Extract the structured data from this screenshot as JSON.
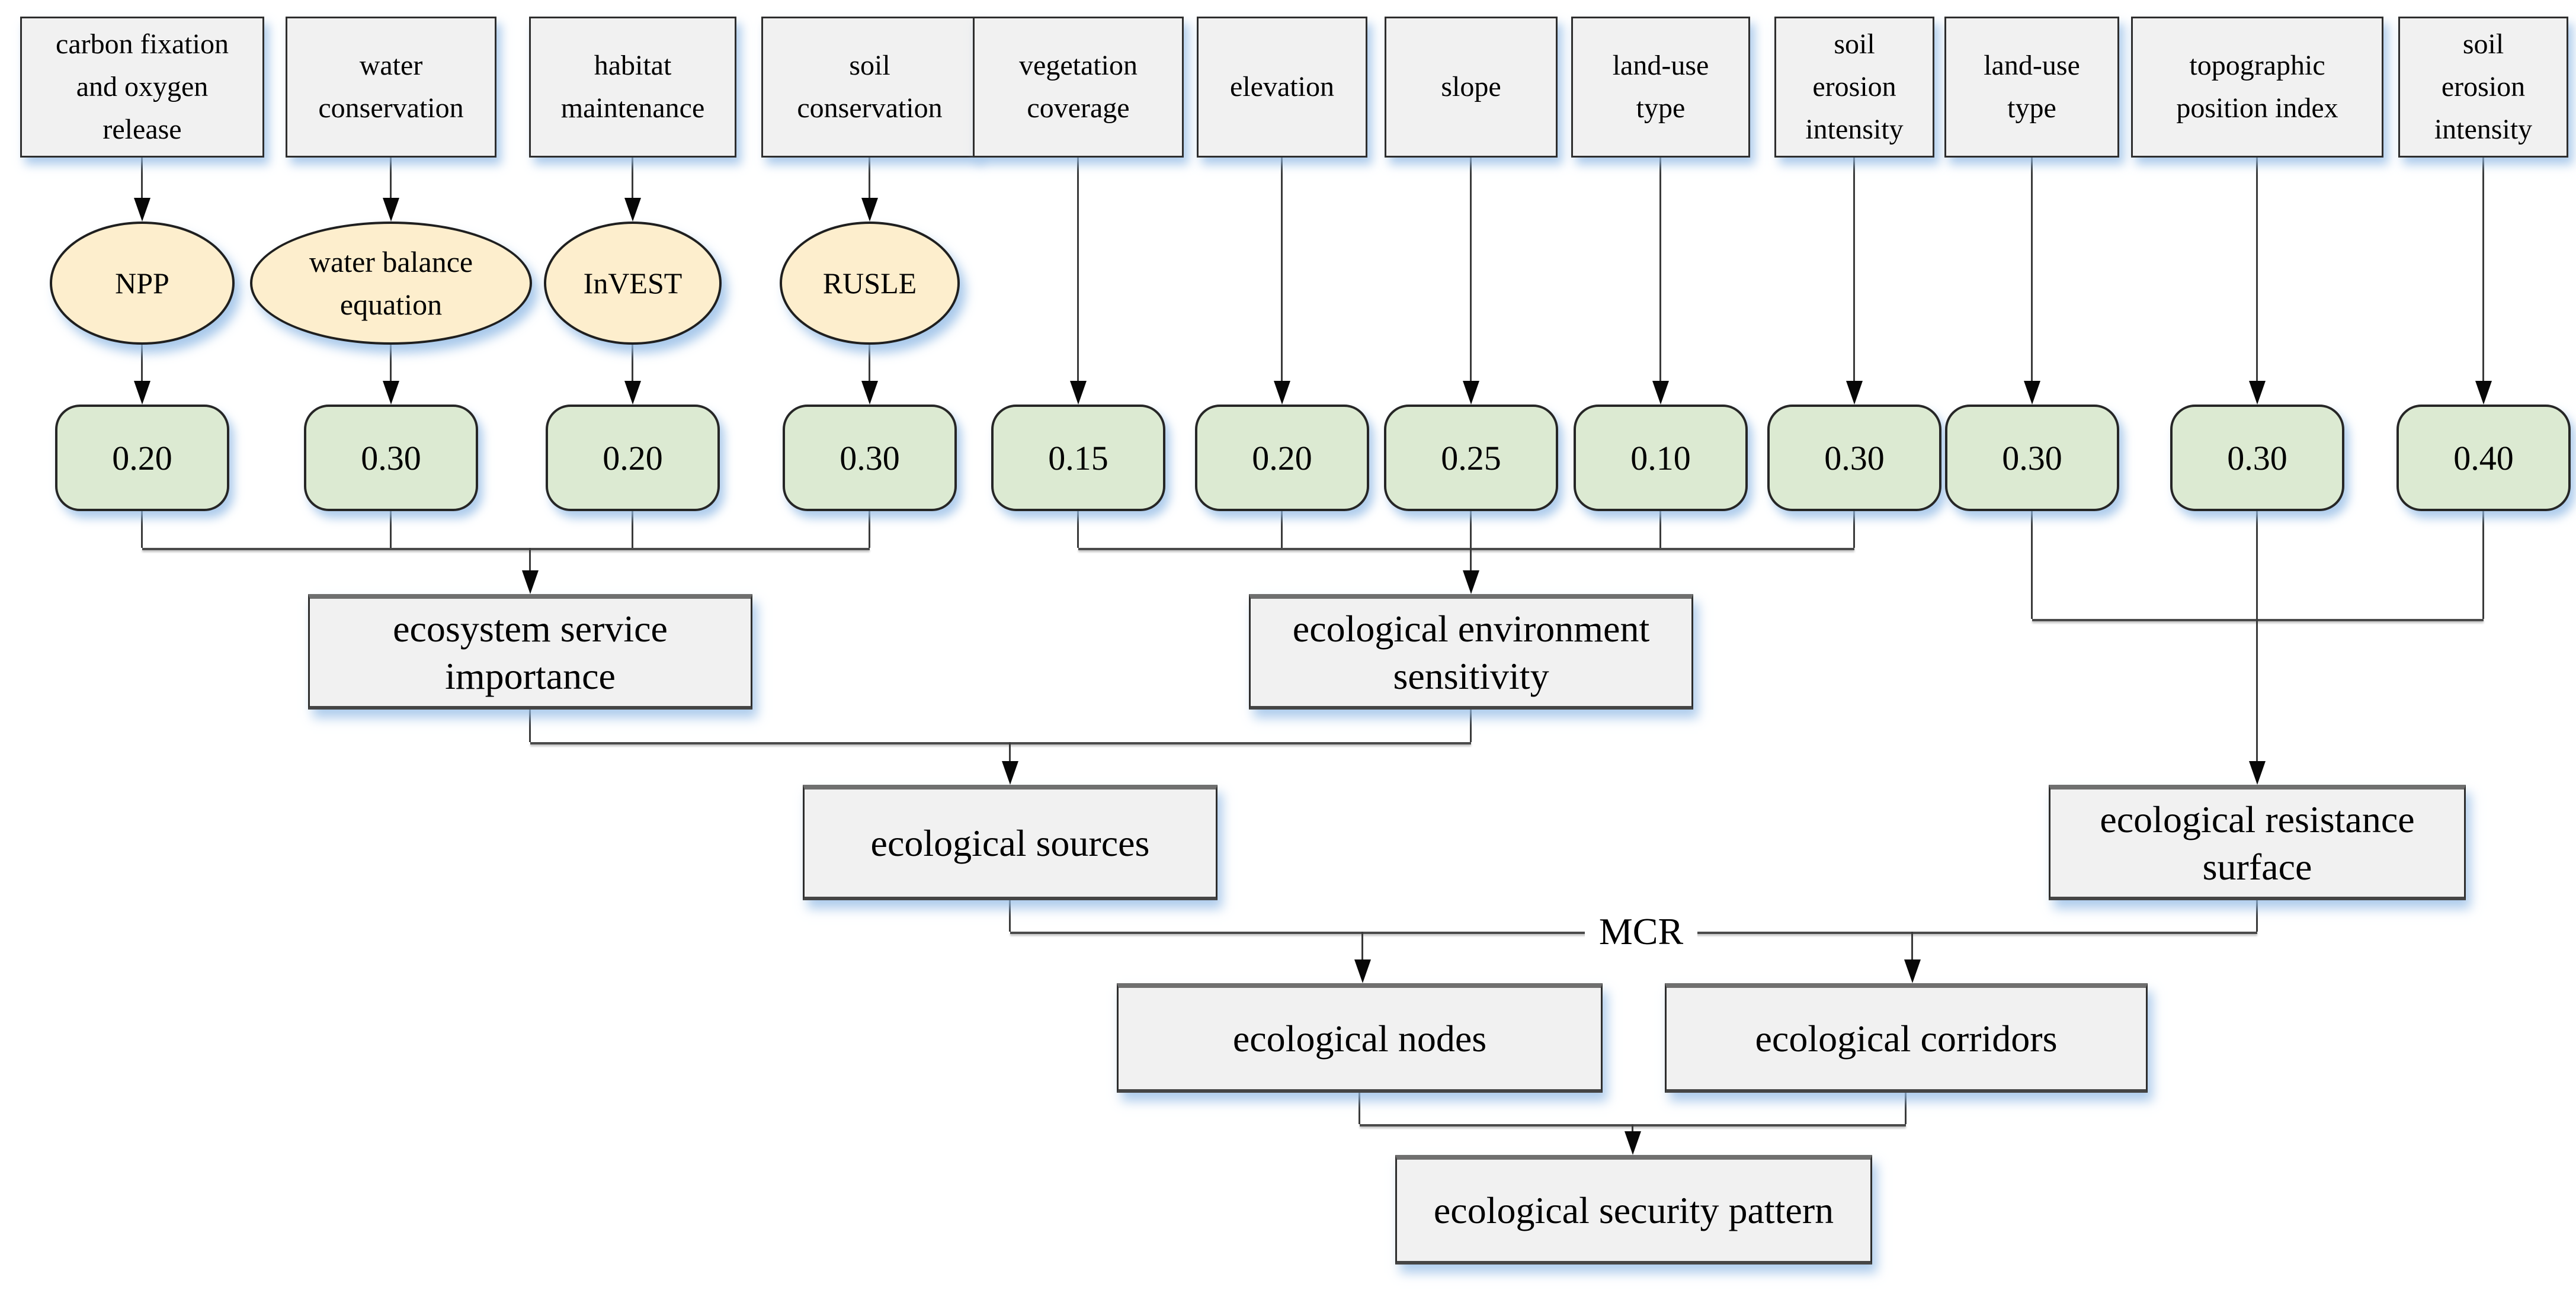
{
  "diagram": {
    "columns": [
      {
        "indicator": "carbon fixation and oxygen release",
        "method": "NPP",
        "weight": "0.20"
      },
      {
        "indicator": "water conservation",
        "method": "water balance equation",
        "weight": "0.30"
      },
      {
        "indicator": "habitat maintenance",
        "method": "InVEST",
        "weight": "0.20"
      },
      {
        "indicator": "soil conservation",
        "method": "RUSLE",
        "weight": "0.30"
      },
      {
        "indicator": "vegetation coverage",
        "weight": "0.15"
      },
      {
        "indicator": "elevation",
        "weight": "0.20"
      },
      {
        "indicator": "slope",
        "weight": "0.25"
      },
      {
        "indicator": "land-use type",
        "weight": "0.10"
      },
      {
        "indicator": "soil erosion intensity",
        "weight": "0.30"
      },
      {
        "indicator": "land-use type",
        "weight": "0.30"
      },
      {
        "indicator": "topographic position index",
        "weight": "0.30"
      },
      {
        "indicator": "soil erosion intensity",
        "weight": "0.40"
      }
    ],
    "nodes": {
      "importance": "ecosystem service importance",
      "sensitivity": "ecological environment sensitivity",
      "sources": "ecological sources",
      "resistance": "ecological resistance surface",
      "mcr": "MCR",
      "eco_nodes": "ecological nodes",
      "corridors": "ecological corridors",
      "security": "ecological security pattern"
    },
    "colors": {
      "indicator_fill": "#f1f1f1",
      "weight_fill": "#dcead2",
      "method_fill": "#fdeecd",
      "border": "#2e2e2e",
      "line": "#3f3f3f",
      "shadow_glow": "#bcd6ee"
    }
  }
}
